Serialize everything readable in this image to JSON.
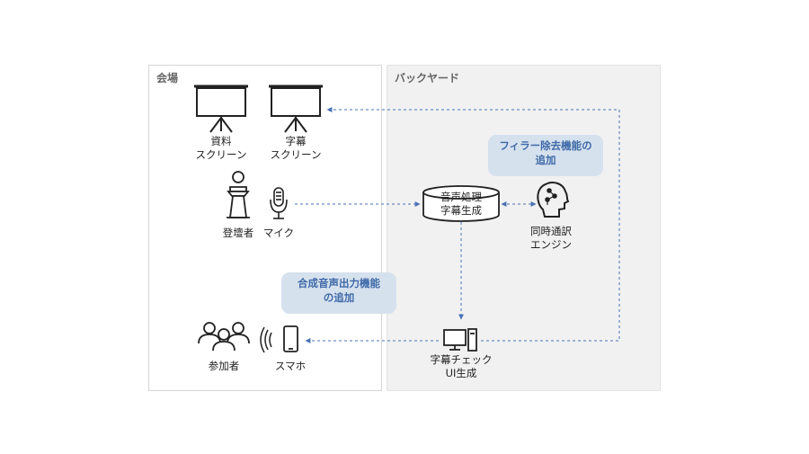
{
  "zones": {
    "venue": "会場",
    "backyard": "バックヤード"
  },
  "nodes": {
    "material_screen": [
      "資料",
      "スクリーン"
    ],
    "subtitle_screen": [
      "字幕",
      "スクリーン"
    ],
    "speaker": "登壇者",
    "mic": "マイク",
    "audio_processor": [
      "音声処理",
      "字幕生成"
    ],
    "translation_engine": [
      "同時通訳",
      "エンジン"
    ],
    "participants": "参加者",
    "smartphone": "スマホ",
    "check_ui": [
      "字幕チェック",
      "UI生成"
    ]
  },
  "callouts": {
    "filler_removal": [
      "フィラー除去機能の",
      "追加"
    ],
    "synthetic_voice": [
      "合成音声出力機能",
      "の追加"
    ]
  },
  "colors": {
    "arrow": "#4a72b5",
    "callout_fill": "#d6e1ee",
    "callout_text": "#3f6aa8",
    "backyard_fill": "#f1f1f1"
  }
}
